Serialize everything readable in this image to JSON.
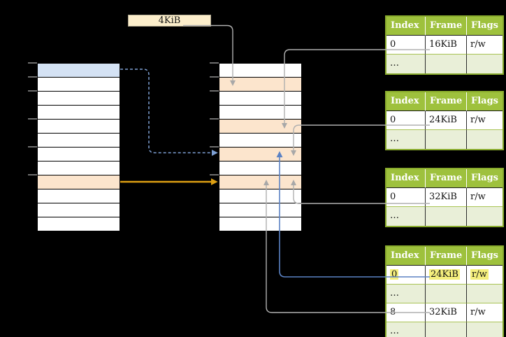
{
  "page_size_label": {
    "text": "4KiB"
  },
  "colors": {
    "background": "#000000",
    "virtual_page_blue": "#d4e2f4",
    "frame_orange": "#fce5cd",
    "page_table_header_green": "#9ec13d",
    "page_table_border_green": "#89ab2d",
    "page_table_row_green": "#e9efd8",
    "highlight_yellow": "#f4ee7c",
    "arrow_gray": "#b0b0b0",
    "arrow_blue": "#5b82c4",
    "arrow_dashed_blue": "#7d9fd3",
    "arrow_orange": "#dd9f13",
    "label_box_fill": "#fceecb"
  },
  "virtual_memory_column": {
    "rows": [
      "blue",
      "white",
      "white",
      "white",
      "white",
      "white",
      "white",
      "white",
      "orange",
      "white",
      "white",
      "white"
    ]
  },
  "physical_memory_column": {
    "rows": [
      "white",
      "orange",
      "white",
      "white",
      "orange",
      "white",
      "orange",
      "white",
      "orange",
      "white",
      "white",
      "white"
    ]
  },
  "page_tables": [
    {
      "id": "page-table-16kib",
      "headers": [
        "Index",
        "Frame",
        "Flags"
      ],
      "rows": [
        {
          "cells": [
            "0",
            "16KiB",
            "r/w"
          ],
          "variant": "white",
          "highlighted": false
        },
        {
          "cells": [
            "…",
            "",
            ""
          ],
          "variant": "green",
          "highlighted": false
        }
      ]
    },
    {
      "id": "page-table-24kib",
      "headers": [
        "Index",
        "Frame",
        "Flags"
      ],
      "rows": [
        {
          "cells": [
            "0",
            "24KiB",
            "r/w"
          ],
          "variant": "white",
          "highlighted": false
        },
        {
          "cells": [
            "…",
            "",
            ""
          ],
          "variant": "green",
          "highlighted": false
        }
      ]
    },
    {
      "id": "page-table-32kib",
      "headers": [
        "Index",
        "Frame",
        "Flags"
      ],
      "rows": [
        {
          "cells": [
            "0",
            "32KiB",
            "r/w"
          ],
          "variant": "white",
          "highlighted": false
        },
        {
          "cells": [
            "…",
            "",
            ""
          ],
          "variant": "green",
          "highlighted": false
        }
      ]
    },
    {
      "id": "page-table-level2",
      "headers": [
        "Index",
        "Frame",
        "Flags"
      ],
      "rows": [
        {
          "cells": [
            "0",
            "24KiB",
            "r/w"
          ],
          "variant": "white",
          "highlighted": true
        },
        {
          "cells": [
            "…",
            "",
            ""
          ],
          "variant": "green",
          "highlighted": false
        },
        {
          "cells": [
            "8",
            "32KiB",
            "r/w"
          ],
          "variant": "white",
          "highlighted": false
        },
        {
          "cells": [
            "…",
            "",
            ""
          ],
          "variant": "green",
          "highlighted": false
        }
      ]
    }
  ]
}
